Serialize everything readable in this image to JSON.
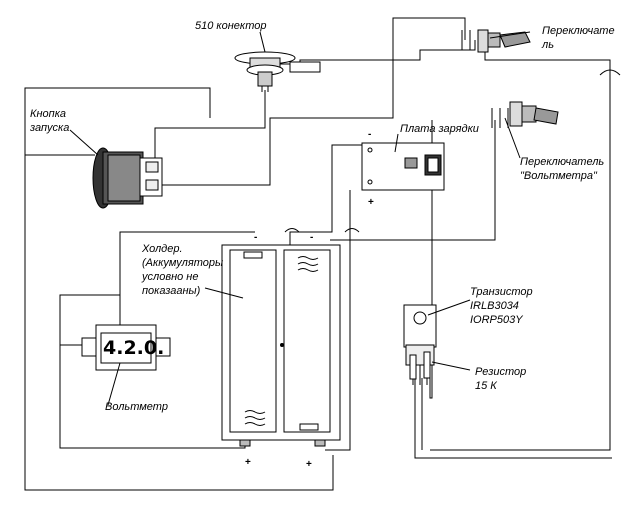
{
  "labels": {
    "connector_510": "510 конектор",
    "switch_top_line1": "Переключате",
    "switch_top_line2": "ль",
    "start_button_line1": "Кнопка",
    "start_button_line2": "запуска",
    "charging_board": "Плата зарядки",
    "voltmeter_switch_line1": "Переключатель",
    "voltmeter_switch_line2": "\"Вольтметра\"",
    "holder_line1": "Холдер.",
    "holder_line2": "(Аккумуляторы",
    "holder_line3": "условно не",
    "holder_line4": "показааны)",
    "transistor_line1": "Транзистор",
    "transistor_line2": "IRLB3034",
    "transistor_line3": "IORP503Y",
    "resistor_line1": "Резистор",
    "resistor_line2": "15 К",
    "voltmeter": "Вольтметр",
    "voltmeter_display": "4.2.0."
  },
  "signs": {
    "holder_left_minus": "-",
    "holder_right_minus": "-",
    "holder_left_plus": "+",
    "holder_right_plus": "+",
    "board_minus": "-",
    "board_plus": "+"
  }
}
